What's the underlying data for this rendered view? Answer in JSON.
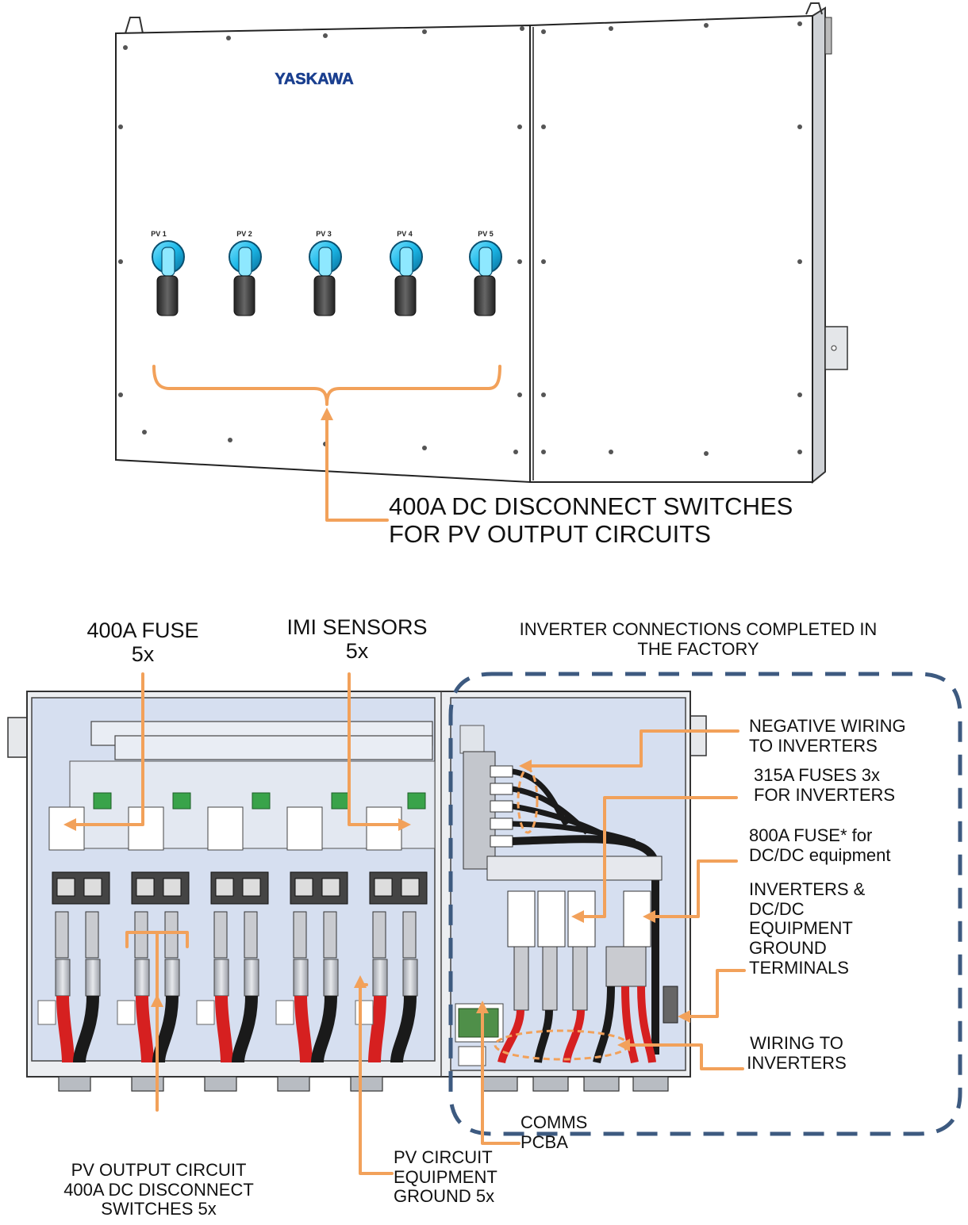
{
  "brand": "YASKAWA",
  "colors": {
    "callout": "#f2a15a",
    "dashed_boundary": "#3d5a80",
    "panel_fill": "#d6dff0",
    "knob": "#1bb8e8",
    "cable_red": "#d62020",
    "cable_black": "#1a1a1a"
  },
  "top_view": {
    "switch_labels": [
      "PV 1",
      "PV 2",
      "PV 3",
      "PV 4",
      "PV 5"
    ],
    "callout": {
      "line1": "400A DC DISCONNECT SWITCHES",
      "line2": "FOR PV OUTPUT CIRCUITS"
    }
  },
  "bottom_view": {
    "fuse": {
      "line1": "400A FUSE",
      "line2": "5x"
    },
    "imi": {
      "line1": "IMI SENSORS",
      "line2": "5x"
    },
    "factory": {
      "line1": "INVERTER CONNECTIONS COMPLETED IN",
      "line2": "THE FACTORY"
    },
    "negative": {
      "line1": "NEGATIVE WIRING",
      "line2": "TO INVERTERS"
    },
    "fuses315": {
      "line1": "315A FUSES 3x",
      "line2": "FOR INVERTERS"
    },
    "fuse800": {
      "line1": "800A FUSE* for",
      "line2": "DC/DC equipment"
    },
    "ground_terminals": {
      "line1": "INVERTERS &",
      "line2": "DC/DC",
      "line3": "EQUIPMENT",
      "line4": "GROUND",
      "line5": "TERMINALS"
    },
    "wiring": {
      "line1": "WIRING TO",
      "line2": "INVERTERS"
    },
    "comms": {
      "line1": "COMMS",
      "line2": "PCBA"
    },
    "pv_disconnect": {
      "line1": "PV OUTPUT CIRCUIT",
      "line2": "400A DC DISCONNECT",
      "line3": "SWITCHES 5x"
    },
    "pv_ground": {
      "line1": "PV CIRCUIT",
      "line2": "EQUIPMENT",
      "line3": "GROUND 5x"
    }
  }
}
